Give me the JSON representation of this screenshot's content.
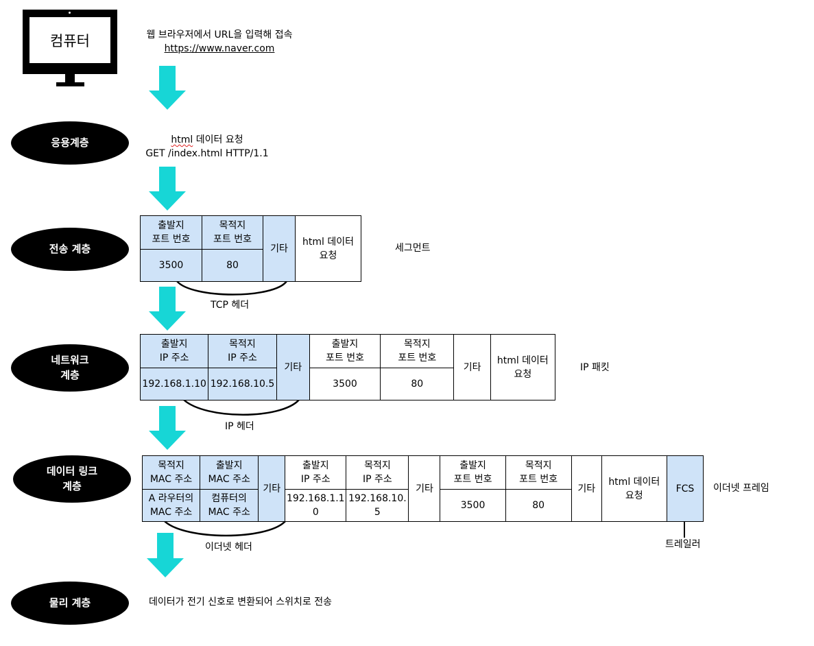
{
  "computer": {
    "label": "컴퓨터"
  },
  "browser_note": {
    "line1": "웹 브라우저에서 URL을 입력해 접속",
    "url": "https://www.naver.com"
  },
  "layers": {
    "application": "응용계층",
    "transport": "전송 계층",
    "network_line1": "네트워크",
    "network_line2": "계층",
    "datalink_line1": "데이터 링크",
    "datalink_line2": "계층",
    "physical": "물리 계층"
  },
  "app_note": {
    "word": "html",
    "rest": " 데이터 요청",
    "line2": "GET /index.html HTTP/1.1"
  },
  "segment": {
    "src_port_h1": "출발지",
    "src_port_h2": "포트 번호",
    "dst_port_h1": "목적지",
    "dst_port_h2": "포트 번호",
    "etc": "기타",
    "payload1": "html 데이터",
    "payload2": "요청",
    "src_port": "3500",
    "dst_port": "80",
    "side_label": "세그먼트",
    "header_label": "TCP 헤더"
  },
  "packet": {
    "src_ip_h1": "출발지",
    "src_ip_h2": "IP 주소",
    "dst_ip_h1": "목적지",
    "dst_ip_h2": "IP 주소",
    "etc": "기타",
    "src_ip": "192.168.1.10",
    "dst_ip": "192.168.10.5",
    "src_port_h1": "출발지",
    "src_port_h2": "포트 번호",
    "dst_port_h1": "목적지",
    "dst_port_h2": "포트 번호",
    "src_port": "3500",
    "dst_port": "80",
    "etc2": "기타",
    "payload1": "html 데이터",
    "payload2": "요청",
    "side_label": "IP 패킷",
    "header_label": "IP 헤더"
  },
  "frame": {
    "dst_mac_h1": "목적지",
    "dst_mac_h2": "MAC 주소",
    "src_mac_h1": "출발지",
    "src_mac_h2": "MAC 주소",
    "dst_mac1": "A 라우터의",
    "dst_mac2": "MAC 주소",
    "src_mac1": "컴퓨터의",
    "src_mac2": "MAC 주소",
    "etc": "기타",
    "src_ip_h1": "출발지",
    "src_ip_h2": "IP 주소",
    "dst_ip_h1": "목적지",
    "dst_ip_h2": "IP 주소",
    "src_ip1": "192.168.1.1",
    "src_ip2": "0",
    "dst_ip1": "192.168.10.",
    "dst_ip2": "5",
    "etc2": "기타",
    "src_port_h1": "출발지",
    "src_port_h2": "포트 번호",
    "dst_port_h1": "목적지",
    "dst_port_h2": "포트 번호",
    "src_port": "3500",
    "dst_port": "80",
    "etc3": "기타",
    "payload1": "html 데이터",
    "payload2": "요청",
    "fcs": "FCS",
    "side_label": "이더넷 프레임",
    "header_label": "이더넷 헤더",
    "trailer_label": "트레일러"
  },
  "physical_note": "데이터가 전기 신호로 변환되어 스위치로 전송",
  "colors": {
    "arrow": "#17d6d6",
    "header_cell": "#cfe3f8",
    "layer_bg": "#000000"
  }
}
